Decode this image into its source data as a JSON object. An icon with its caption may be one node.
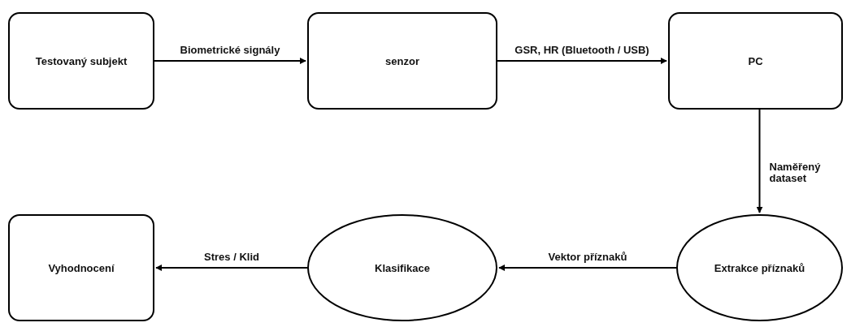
{
  "diagram": {
    "nodes": [
      {
        "text": [
          "Testovaný subjekt"
        ]
      },
      {
        "text": [
          "senzor"
        ]
      },
      {
        "text": [
          "PC"
        ]
      },
      {
        "text": [
          "Extrakce příznaků"
        ]
      },
      {
        "text": [
          "Klasifikace"
        ]
      },
      {
        "text": [
          "Vyhodnocení"
        ]
      }
    ],
    "edges": [
      {
        "from": 0,
        "to": 1,
        "arrow": "to",
        "label": "Biometrické signály"
      },
      {
        "from": 1,
        "to": 2,
        "arrow": "to",
        "label": "GSR, HR (Bluetooth / USB)"
      },
      {
        "from": 2,
        "to": 3,
        "arrow": "to",
        "label": "Naměřený dataset"
      },
      {
        "from": 3,
        "to": 4,
        "arrow": "to",
        "label": "Vektor příznaků"
      },
      {
        "from": 4,
        "to": 5,
        "arrow": "to",
        "label": "Stres / Klid"
      }
    ]
  }
}
